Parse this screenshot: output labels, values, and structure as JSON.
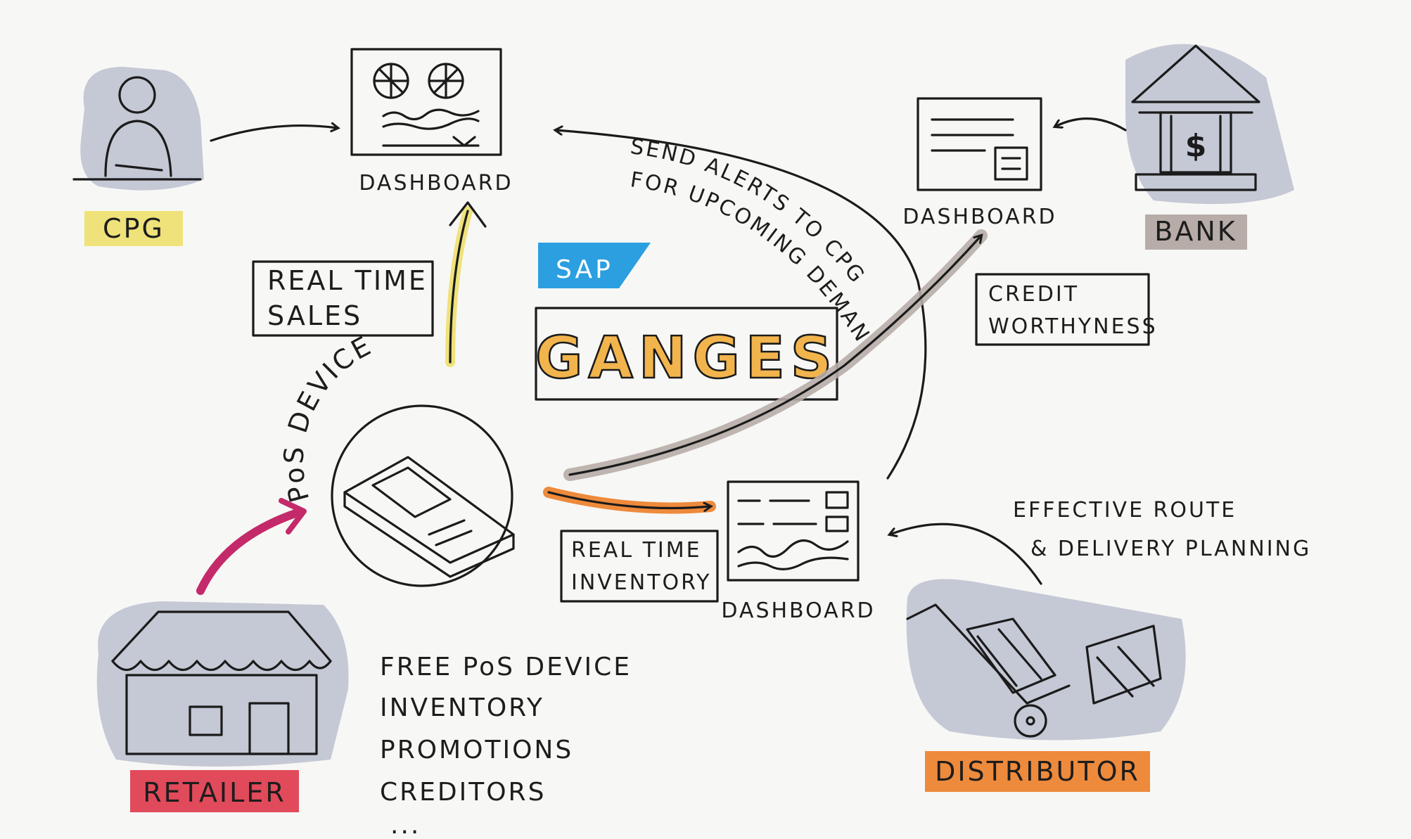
{
  "colors": {
    "paper": "#f7f7f5",
    "yellow": "#efe27a",
    "green": "#8ec96e",
    "orange": "#ee8a3c",
    "red": "#e14a5a",
    "magenta": "#c42a6a",
    "taupe": "#b7aca8",
    "grey_shadow": "#bcc0cf",
    "sap_blue": "#2b9fe0",
    "ganges_fill": "#f2b44c"
  },
  "nodes": {
    "cpg": {
      "label": "CPG",
      "icon": "person-icon"
    },
    "bank": {
      "label": "BANK",
      "icon": "bank-icon"
    },
    "retailer": {
      "label": "RETAILER",
      "icon": "shop-icon"
    },
    "distributor": {
      "label": "DISTRIBUTOR",
      "icon": "hand-truck-icon"
    },
    "pos": {
      "label": "PoS DEVICE",
      "icon": "pos-terminal-icon"
    }
  },
  "dashboards": {
    "cpg": "DASHBOARD",
    "bank": "DASHBOARD",
    "distributor": "DASHBOARD"
  },
  "tags": {
    "real_time_sales": [
      "REAL TIME",
      "SALES"
    ],
    "credit": [
      "CREDIT",
      "WORTHYNESS"
    ],
    "real_time_inventory": [
      "REAL TIME",
      "INVENTORY"
    ]
  },
  "brand": {
    "sap": "SAP",
    "product": "GANGES"
  },
  "annotations": {
    "alerts": [
      "SEND ALERTS TO CPG",
      "FOR UPCOMING DEMAND"
    ],
    "route": [
      "EFFECTIVE ROUTE",
      "& DELIVERY PLANNING"
    ]
  },
  "features": [
    "FREE PoS DEVICE",
    "INVENTORY",
    "PROMOTIONS",
    "CREDITORS",
    "..."
  ]
}
